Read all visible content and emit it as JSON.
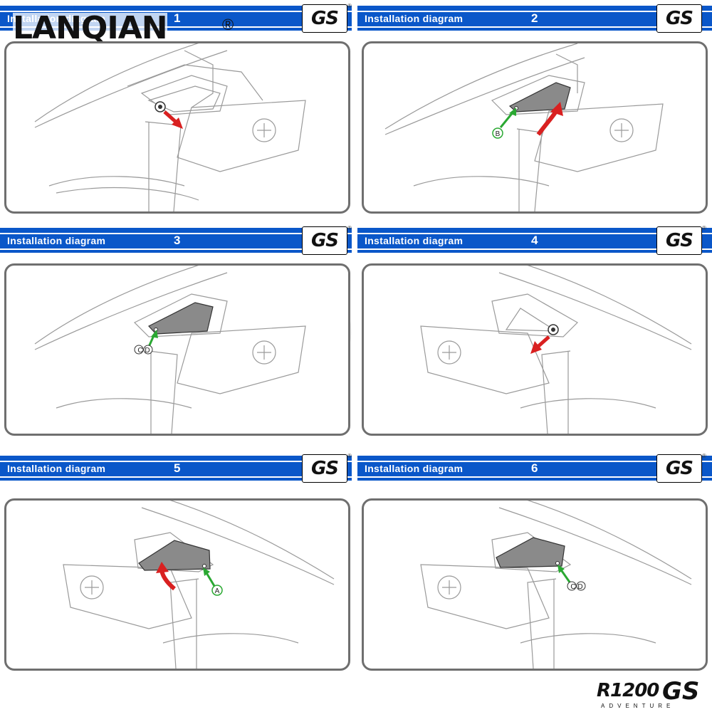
{
  "brand": {
    "name": "LANQIAN",
    "registered": "®"
  },
  "header_title": "Installation diagram",
  "gs_logo_text": "GS",
  "steps": [
    {
      "number": "1",
      "callout": ""
    },
    {
      "number": "2",
      "callout": "B"
    },
    {
      "number": "3",
      "callout": "C D"
    },
    {
      "number": "4",
      "callout": ""
    },
    {
      "number": "5",
      "callout": "A"
    },
    {
      "number": "6",
      "callout": "C D"
    }
  ],
  "colors": {
    "header_blue": "#0a57c9",
    "arrow_red": "#d92020",
    "arrow_green": "#2aa832",
    "line_gray": "#9a9a9a",
    "frame_gray": "#6f6f6f"
  },
  "footer_logo": {
    "model": "R1200",
    "name": "GS",
    "tagline": "ADVENTURE"
  }
}
